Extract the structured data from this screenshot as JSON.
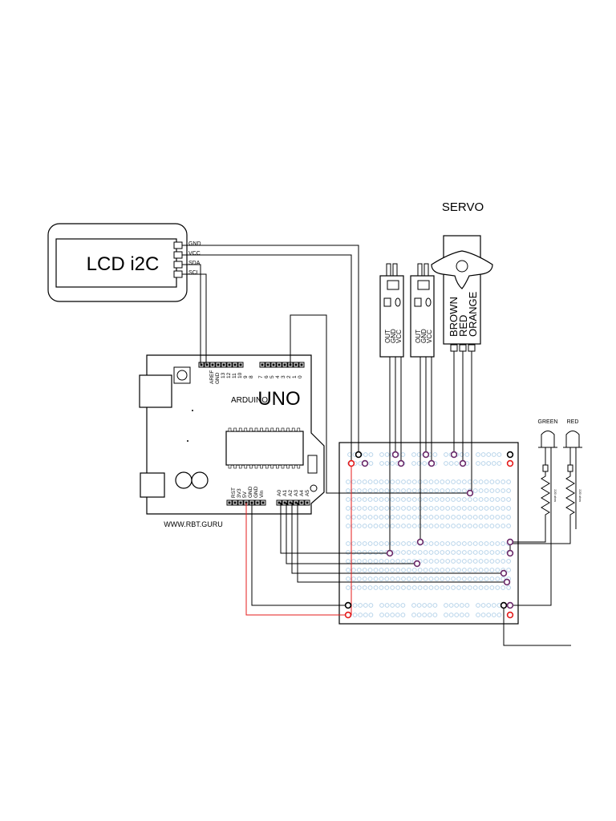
{
  "title": "SERVO",
  "lcd": {
    "label": "LCD i2C",
    "pins": [
      "GND",
      "VCC",
      "SDA",
      "SCL"
    ]
  },
  "arduino": {
    "brand": "ARDUINO",
    "model": "UNO",
    "website": "WWW.RBT.GURU",
    "top_header_left": [
      "AREF",
      "GND",
      "13",
      "12",
      "11",
      "10",
      "9",
      "8"
    ],
    "top_header_right": [
      "7",
      "6",
      "5",
      "4",
      "3",
      "2",
      "1",
      "0"
    ],
    "power_header": [
      "RST",
      "3V3",
      "5V",
      "GND",
      "GND",
      "Vin"
    ],
    "analog_header": [
      "A0",
      "A1",
      "A2",
      "A3",
      "A4",
      "A5"
    ]
  },
  "sensors": [
    {
      "pins": [
        "OUT",
        "GND",
        "VCC"
      ]
    },
    {
      "pins": [
        "OUT",
        "GND",
        "VCC"
      ]
    }
  ],
  "servo": {
    "wires": [
      "BROWN",
      "RED",
      "ORANGE"
    ]
  },
  "leds": [
    {
      "label": "GREEN",
      "resistor": "220 ohm"
    },
    {
      "label": "RED",
      "resistor": "220 ohm"
    }
  ],
  "colors": {
    "line": "#000000",
    "breadboard_hole": "#b8d4ea",
    "wire_red": "#e41b1b",
    "node_purple": "#6a2a6a"
  }
}
